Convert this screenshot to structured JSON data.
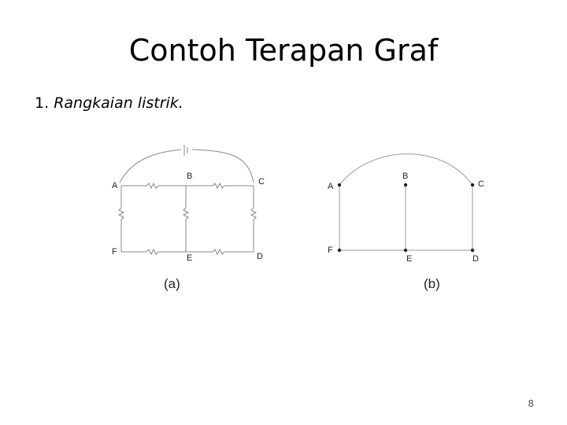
{
  "slide": {
    "title": "Contoh Terapan Graf",
    "bullet_number": "1.",
    "bullet_text": "Rangkaian listrik.",
    "page_number": "8"
  },
  "figure_a": {
    "caption": "(a)",
    "nodes": {
      "A": "A",
      "B": "B",
      "C": "C",
      "D": "D",
      "E": "E",
      "F": "F"
    }
  },
  "figure_b": {
    "caption": "(b)",
    "nodes": {
      "A": "A",
      "B": "B",
      "C": "C",
      "D": "D",
      "E": "E",
      "F": "F"
    }
  }
}
